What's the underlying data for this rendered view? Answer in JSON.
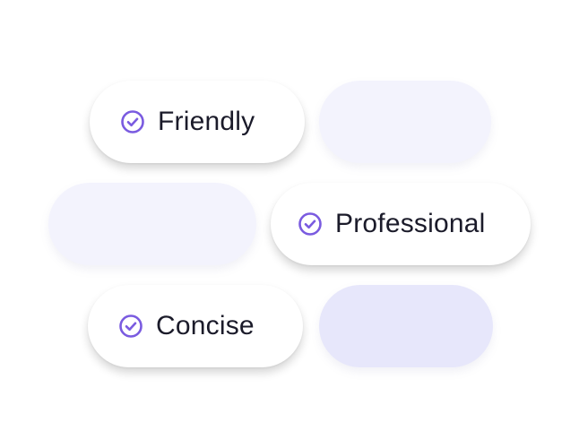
{
  "colors": {
    "accent": "#7a5be0",
    "text": "#1b1b2a",
    "placeholder_light": "#f3f3fd",
    "placeholder_medium": "#e7e7fb"
  },
  "icons": {
    "option_check": "check-circle-icon"
  },
  "options": [
    {
      "label": "Friendly"
    },
    {
      "label": "Professional"
    },
    {
      "label": "Concise"
    }
  ]
}
